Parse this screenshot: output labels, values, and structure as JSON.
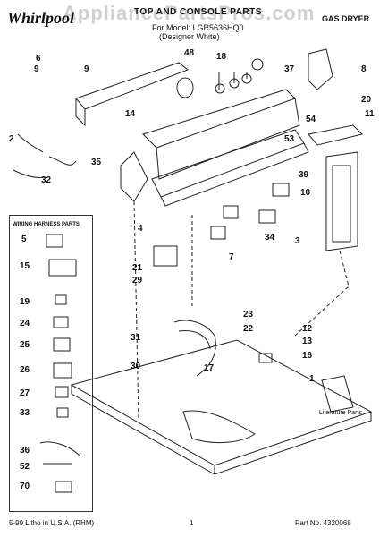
{
  "header": {
    "brand": "Whirlpool",
    "title": "TOP AND CONSOLE PARTS",
    "model_line": "For Model: LGR5636HQ0",
    "designer_line": "(Designer White)",
    "product_type": "GAS DRYER",
    "watermark": "AppliancePartsPros.com"
  },
  "footer": {
    "litho": "5-99 Litho in U.S.A. (RHM)",
    "page": "1",
    "part_no": "Part No. 4320068"
  },
  "wiring_box": {
    "title": "WIRING HARNESS PARTS",
    "callouts": [
      "5",
      "15",
      "19",
      "24",
      "25",
      "26",
      "27",
      "33",
      "36",
      "52",
      "70"
    ]
  },
  "literature_label": "Literature Parts",
  "callouts": [
    "6",
    "9",
    "9",
    "48",
    "18",
    "37",
    "8",
    "20",
    "14",
    "54",
    "11",
    "2",
    "35",
    "53",
    "32",
    "39",
    "10",
    "4",
    "34",
    "3",
    "7",
    "21",
    "29",
    "23",
    "22",
    "31",
    "17",
    "12",
    "13",
    "16",
    "30",
    "1"
  ]
}
